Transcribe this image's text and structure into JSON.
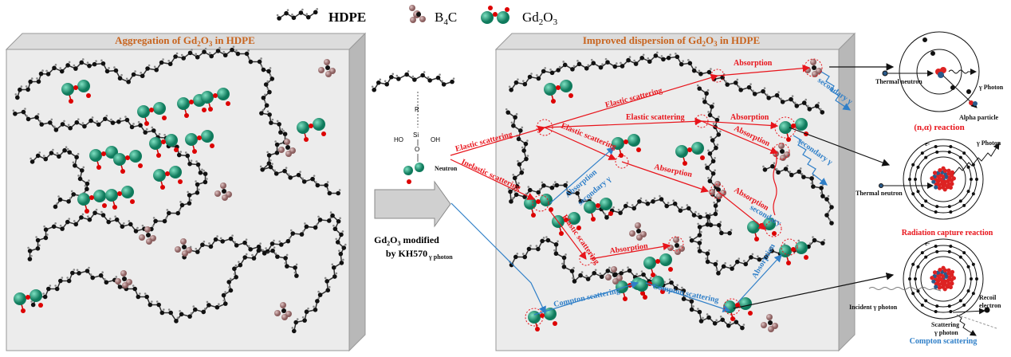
{
  "legend": {
    "items": [
      {
        "label": "HDPE",
        "icon": "polyethylene-chain-icon"
      },
      {
        "label_main": "B",
        "label_sub": "4",
        "label_tail": "C",
        "icon": "boron-carbide-molecule-icon"
      },
      {
        "label_main": "Gd",
        "label_sub": "2",
        "label_mid": "O",
        "label_sub2": "3",
        "icon": "gadolinium-oxide-molecule-icon"
      }
    ]
  },
  "left_panel": {
    "title_pre": "Aggregation of Gd",
    "title_sub1": "2",
    "title_mid": "O",
    "title_sub2": "3",
    "title_post": " in HDPE"
  },
  "middle": {
    "silane": {
      "r": "R",
      "si": "Si",
      "ho": "HO",
      "oh": "OH",
      "o": "O"
    },
    "neutron": "Neutron",
    "caption_line1_pre": "Gd",
    "caption_sub1": "2",
    "caption_mid": "O",
    "caption_sub2": "3",
    "caption_line1_post": " modified",
    "caption_line2": "by KH570",
    "gamma_photon": "γ photon"
  },
  "right_panel": {
    "title_pre": "Improved  dispersion of Gd",
    "title_sub1": "2",
    "title_mid": "O",
    "title_sub2": "3",
    "title_post": " in HDPE",
    "red_labels": [
      "Absorption",
      "Elastic scattering",
      "Elastic scattering",
      "Absorption",
      "Elastic scattering",
      "Absorption",
      "Elastic scattering",
      "Inelastic scattering",
      "Absorption",
      "Absorption",
      "Elastic scattering",
      "Absorption"
    ],
    "blue_labels": [
      "secondary γ",
      "secondary γ",
      "Absorption",
      "secondary γ",
      "secondary",
      "Compton scattering",
      "Compton scattering",
      "Absorption"
    ]
  },
  "reactions": {
    "n_alpha": {
      "thermal_neutron": "Thermal neutron",
      "gamma": "γ Photon",
      "alpha": "Alpha particle",
      "title": "(n,α) reaction"
    },
    "capture": {
      "electron": "e-",
      "gamma": "γ Photon",
      "thermal_neutron": "Thermal neutron",
      "title": "Radiation capture reaction"
    },
    "compton": {
      "electron": "e-",
      "incident": "Incident γ photon",
      "recoil1": "Recoil",
      "recoil2": "electron",
      "scatter1": "Scattering",
      "scatter2": "γ photon",
      "title": "Compton scattering"
    }
  },
  "colors": {
    "red": "#e8141b",
    "blue": "#2f7fc8",
    "orange_title": "#c8641e",
    "gd_green": "#1f9a78",
    "boron": "#a77a7a",
    "box_face": "#ececec",
    "box_side": "#b8b8b8"
  }
}
